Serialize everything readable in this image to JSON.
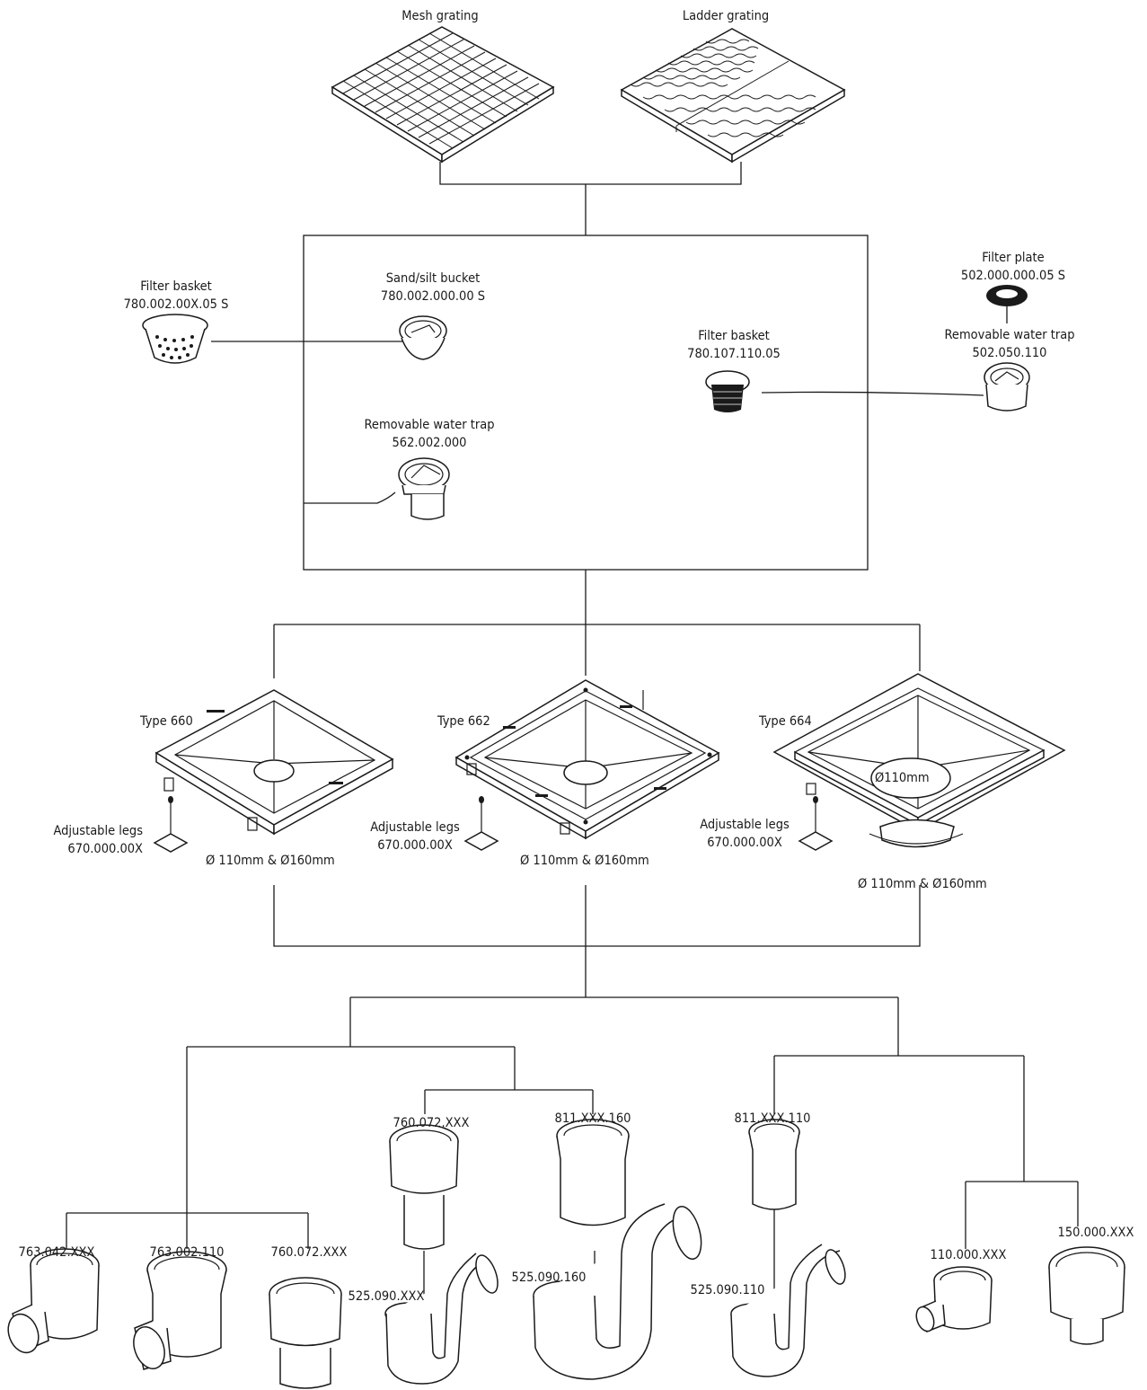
{
  "top": {
    "mesh_grating": "Mesh grating",
    "ladder_grating": "Ladder grating"
  },
  "accessories": {
    "filter_basket_left": {
      "name": "Filter basket",
      "code": "780.002.00X.05 S"
    },
    "sand_silt_bucket": {
      "name": "Sand/silt bucket",
      "code": "780.002.000.00 S"
    },
    "removable_trap_562": {
      "name": "Removable water trap",
      "code": "562.002.000"
    },
    "filter_basket_right": {
      "name": "Filter basket",
      "code": "780.107.110.05"
    },
    "filter_plate": {
      "name": "Filter plate",
      "code": "502.000.000.05 S"
    },
    "removable_trap_502": {
      "name": "Removable water trap",
      "code": "502.050.110"
    }
  },
  "types": [
    {
      "name": "Type 660",
      "legs_name": "Adjustable legs",
      "legs_code": "670.000.00X",
      "diameter": "Ø 110mm & Ø160mm"
    },
    {
      "name": "Type 662",
      "legs_name": "Adjustable legs",
      "legs_code": "670.000.00X",
      "diameter": "Ø 110mm & Ø160mm"
    },
    {
      "name": "Type 664",
      "legs_name": "Adjustable legs",
      "legs_code": "670.000.00X",
      "diameter": "Ø 110mm & Ø160mm",
      "inner_diameter": "Ø110mm"
    }
  ],
  "outlets": {
    "763_042": "763.042.XXX",
    "763_002": "763.002.110",
    "760_072_left": "760.072.XXX",
    "760_072_mid": "760.072.XXX",
    "525_090_xxx": "525.090.XXX",
    "811_160": "811.XXX.160",
    "525_090_160": "525.090.160",
    "811_110": "811.XXX.110",
    "525_090_110": "525.090.110",
    "110_000": "110.000.XXX",
    "150_000": "150.000.XXX"
  }
}
